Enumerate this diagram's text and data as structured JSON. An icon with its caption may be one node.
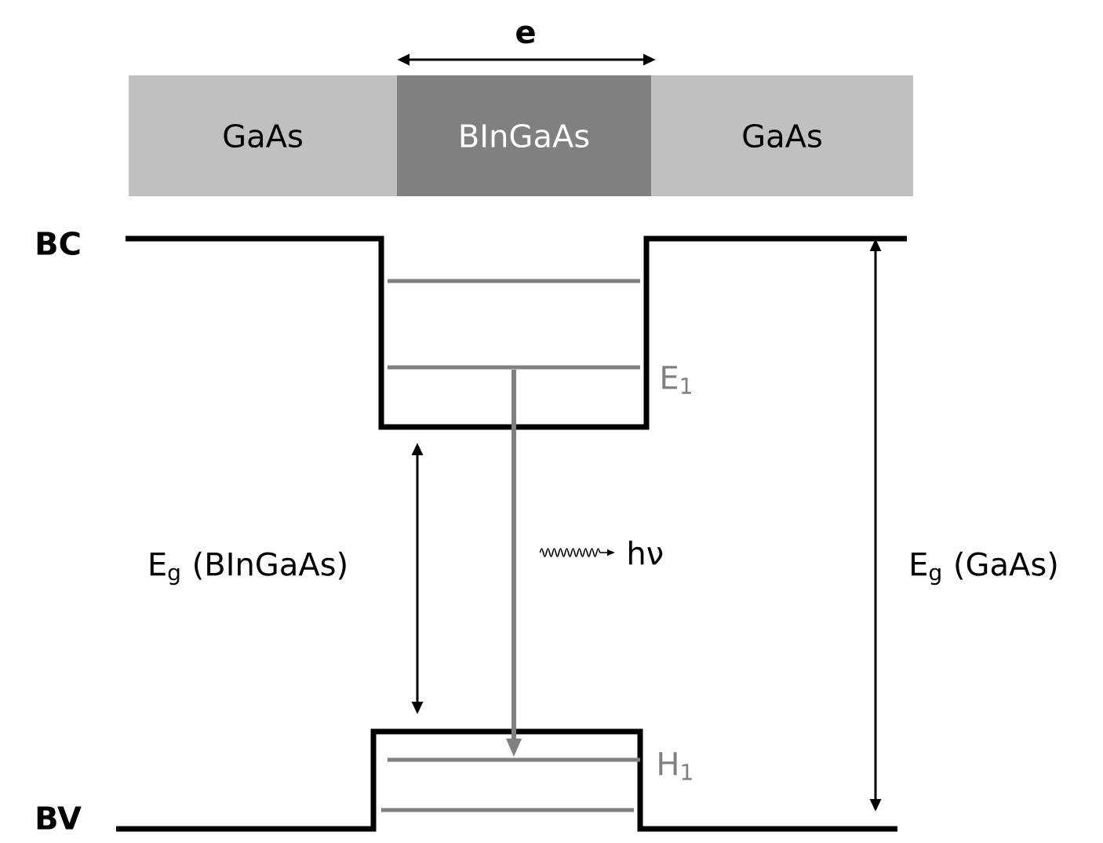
{
  "diagram": {
    "nodes": [
      {
        "text": [
          "GaAs"
        ]
      },
      {
        "text": [
          "BInGaAs"
        ]
      },
      {
        "text": [
          "GaAs"
        ]
      },
      {
        "text": [],
        "shape": "bar",
        "beside": [
          "E$_{1}$"
        ]
      },
      {
        "text": [],
        "shape": "bar",
        "beside": [
          "H$_{1}$"
        ]
      }
    ],
    "edges": [
      {
        "from": 3,
        "to": 4,
        "arrow": "to",
        "color": "#808080"
      }
    ],
    "labels": [
      "e",
      "BC",
      "E$_{g}$ (BInGaAs)",
      "hν",
      "E$_{g}$ (GaAs)",
      "BV"
    ]
  }
}
